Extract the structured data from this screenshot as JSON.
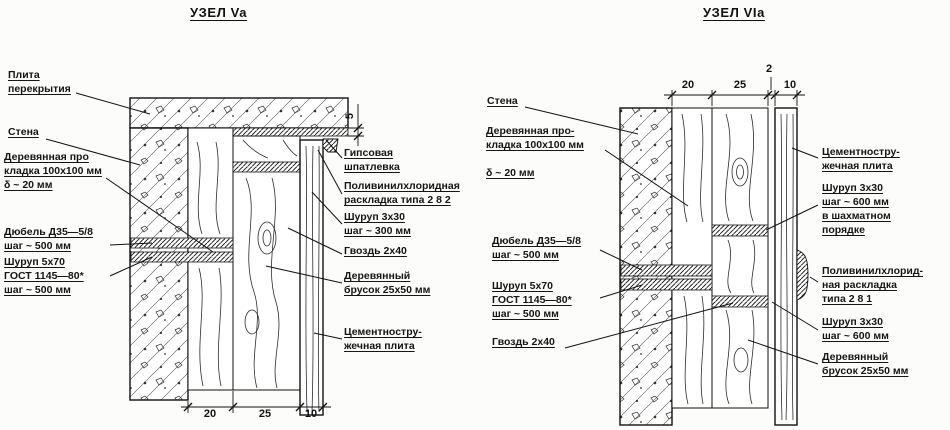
{
  "page": {
    "colors": {
      "ink": "#1a1a1a",
      "paper": "#fcfcfa"
    }
  },
  "details": [
    {
      "id": "va",
      "title": "УЗЕЛ Va",
      "labels": {
        "plita": "Плита\nперекрытия",
        "stena": "Стена",
        "prokladka": "Деревянная про\nкладка 100x100 мм\nδ ~ 20 мм",
        "dyubel": "Дюбель Д35—5/8\nшаг ~ 500 мм",
        "shurup570": "Шуруп 5x70\nГОСТ 1145—80*\nшаг ~ 500 мм",
        "gips": "Гипсовая\nшпатлевка",
        "pvc": "Поливинилхлоридная\nраскладка типа 2 8 2",
        "shurup330": "Шуруп 3x30\nшаг ~ 300 мм",
        "gvozd": "Гвоздь 2x40",
        "brusok": "Деревянный\nбрусок 25x50 мм",
        "csp": "Цементностру-\nжечная плита"
      },
      "dimensions": {
        "d20": "20",
        "d25": "25",
        "d10": "10",
        "d5": "5"
      }
    },
    {
      "id": "via",
      "title": "УЗЕЛ VIa",
      "labels": {
        "stena": "Стена",
        "prokladka": "Деревянная про-\nкладка 100x100 мм\n\nδ ~ 20 мм",
        "dyubel": "Дюбель Д35—5/8\nшаг ~ 500 мм",
        "shurup570": "Шуруп 5x70\nГОСТ 1145—80*\nшаг ~ 500 мм",
        "gvozd": "Гвоздь 2x40",
        "csp": "Цементностру-\nжечная плита",
        "shurup330_stagger": "Шуруп 3x30\nшаг ~ 600 мм\nв шахматном\nпорядке",
        "pvc": "Поливинилхлорид-\nная раскладка\nтипа 2 8 1",
        "shurup330": "Шуруп 3x30\nшаг ~ 600 мм",
        "brusok": "Деревянный\nбрусок 25x50 мм"
      },
      "dimensions": {
        "d20": "20",
        "d25": "25",
        "d2": "2",
        "d10": "10"
      }
    }
  ]
}
